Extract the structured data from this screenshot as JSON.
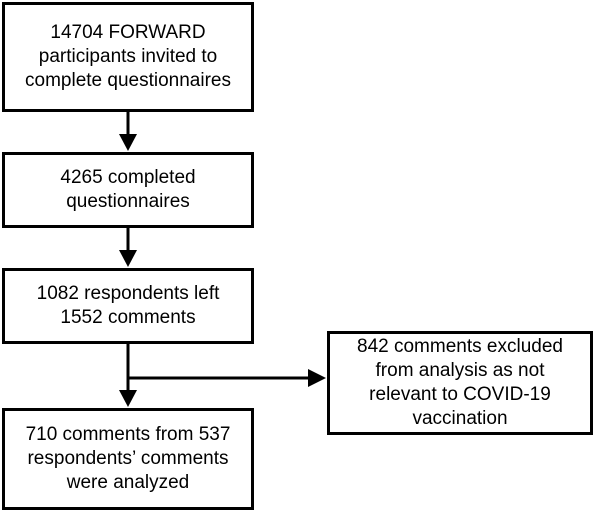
{
  "flowchart": {
    "invited": {
      "lines": [
        "14704 FORWARD",
        "participants invited to",
        "complete questionnaires"
      ]
    },
    "completed": {
      "lines": [
        "4265 completed",
        "questionnaires"
      ]
    },
    "comments": {
      "lines": [
        "1082 respondents left",
        "1552 comments"
      ]
    },
    "analyzed": {
      "lines": [
        "710 comments from 537",
        "respondents’ comments",
        "were analyzed"
      ]
    },
    "excluded": {
      "lines": [
        "842 comments excluded",
        "from analysis as not",
        "relevant to COVID-19",
        "vaccination"
      ]
    }
  },
  "colors": {
    "stroke": "#000000",
    "background": "#ffffff"
  }
}
